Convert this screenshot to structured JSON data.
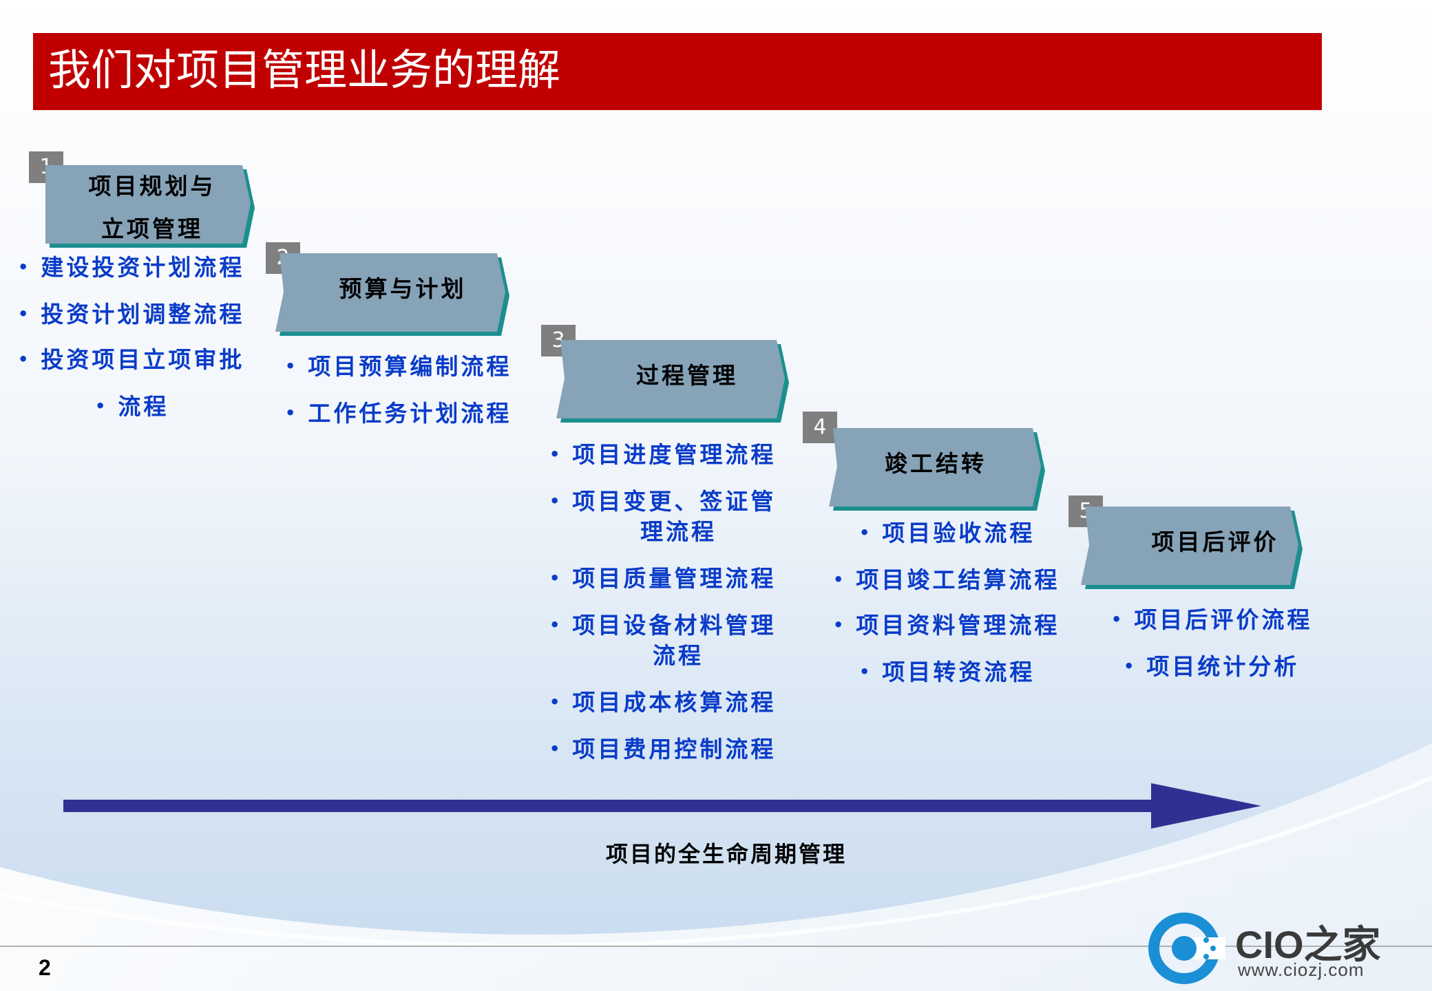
{
  "slide": {
    "title": "我们对项目管理业务的理解",
    "page_number": "2"
  },
  "colors": {
    "title_bar": "#c00000",
    "tab_fill": "#86a3b8",
    "tab_edge": "#1b8f8f",
    "item_text": "#0a3cc8",
    "arrow": "#2e3192"
  },
  "stages": [
    {
      "num": "1",
      "label_line1": "项目规划与",
      "label_line2": "立项管理",
      "items": [
        "建设投资计划流程",
        "投资计划调整流程",
        "投资项目立项审批",
        "流程"
      ]
    },
    {
      "num": "2",
      "label": "预算与计划",
      "items": [
        "项目预算编制流程",
        "工作任务计划流程"
      ]
    },
    {
      "num": "3",
      "label": "过程管理",
      "items": [
        "项目进度管理流程",
        "项目变更、签证管",
        "理流程",
        "项目质量管理流程",
        "项目设备材料管理",
        "流程",
        "项目成本核算流程",
        "项目费用控制流程"
      ]
    },
    {
      "num": "4",
      "label": "竣工结转",
      "items": [
        "项目验收流程",
        "项目竣工结算流程",
        "项目资料管理流程",
        "项目转资流程"
      ]
    },
    {
      "num": "5",
      "label": "项目后评价",
      "items": [
        "项目后评价流程",
        "项目统计分析"
      ]
    }
  ],
  "lifecycle_label": "项目的全生命周期管理",
  "logo": {
    "name": "CIO之家",
    "url": "www.ciozj.com",
    "icon": "cio-logo-icon"
  }
}
